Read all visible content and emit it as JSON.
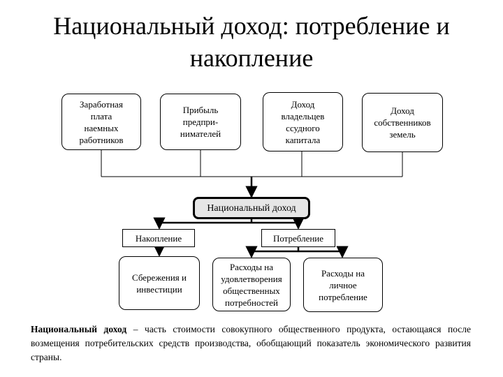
{
  "title": {
    "line1": "Национальный доход: потребление и",
    "line2": "накопление"
  },
  "sources": [
    {
      "lines": [
        "Заработная",
        "плата",
        "наемных",
        "работников"
      ]
    },
    {
      "lines": [
        "Прибыль",
        "предпри-",
        "нимателей"
      ]
    },
    {
      "lines": [
        "Доход",
        "владельцев",
        "ссудного",
        "капитала"
      ]
    },
    {
      "lines": [
        "Доход",
        "собственников",
        "земель"
      ]
    }
  ],
  "central": {
    "label": "Национальный доход"
  },
  "branches": {
    "accumulation": "Накопление",
    "consumption": "Потребление"
  },
  "leaves": {
    "savings": [
      "Сбережения и",
      "инвестиции"
    ],
    "public_needs": [
      "Расходы на",
      "удовлетворения",
      "общественных",
      "потребностей"
    ],
    "personal": [
      "Расходы на",
      "личное",
      "потребление"
    ]
  },
  "definition": {
    "term": "Национальный доход",
    "text": " – часть стоимости совокупного общественного продукта, остающаяся после возмещения потребительских средств производства, обобщающий показатель экономического развития страны."
  }
}
